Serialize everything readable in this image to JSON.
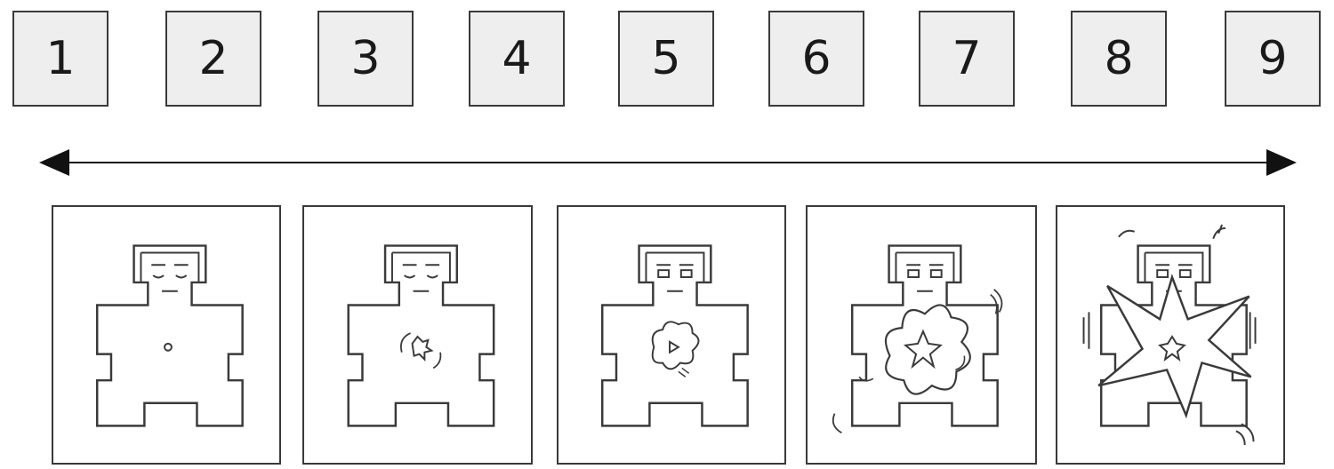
{
  "scale": {
    "labels": [
      "1",
      "2",
      "3",
      "4",
      "5",
      "6",
      "7",
      "8",
      "9"
    ]
  },
  "figures": [
    {
      "level": 1,
      "state": "calm-eyes-closed-small-dot"
    },
    {
      "level": 2,
      "state": "eyes-closed-small-swirl"
    },
    {
      "level": 3,
      "state": "eyes-open-medium-burst"
    },
    {
      "level": 4,
      "state": "eyes-open-large-burst-trembling"
    },
    {
      "level": 5,
      "state": "eyes-open-explosion-strong-trembling"
    }
  ],
  "colors": {
    "box_fill": "#eeeeee",
    "stroke": "#3a3a3a",
    "arrow": "#111111"
  }
}
